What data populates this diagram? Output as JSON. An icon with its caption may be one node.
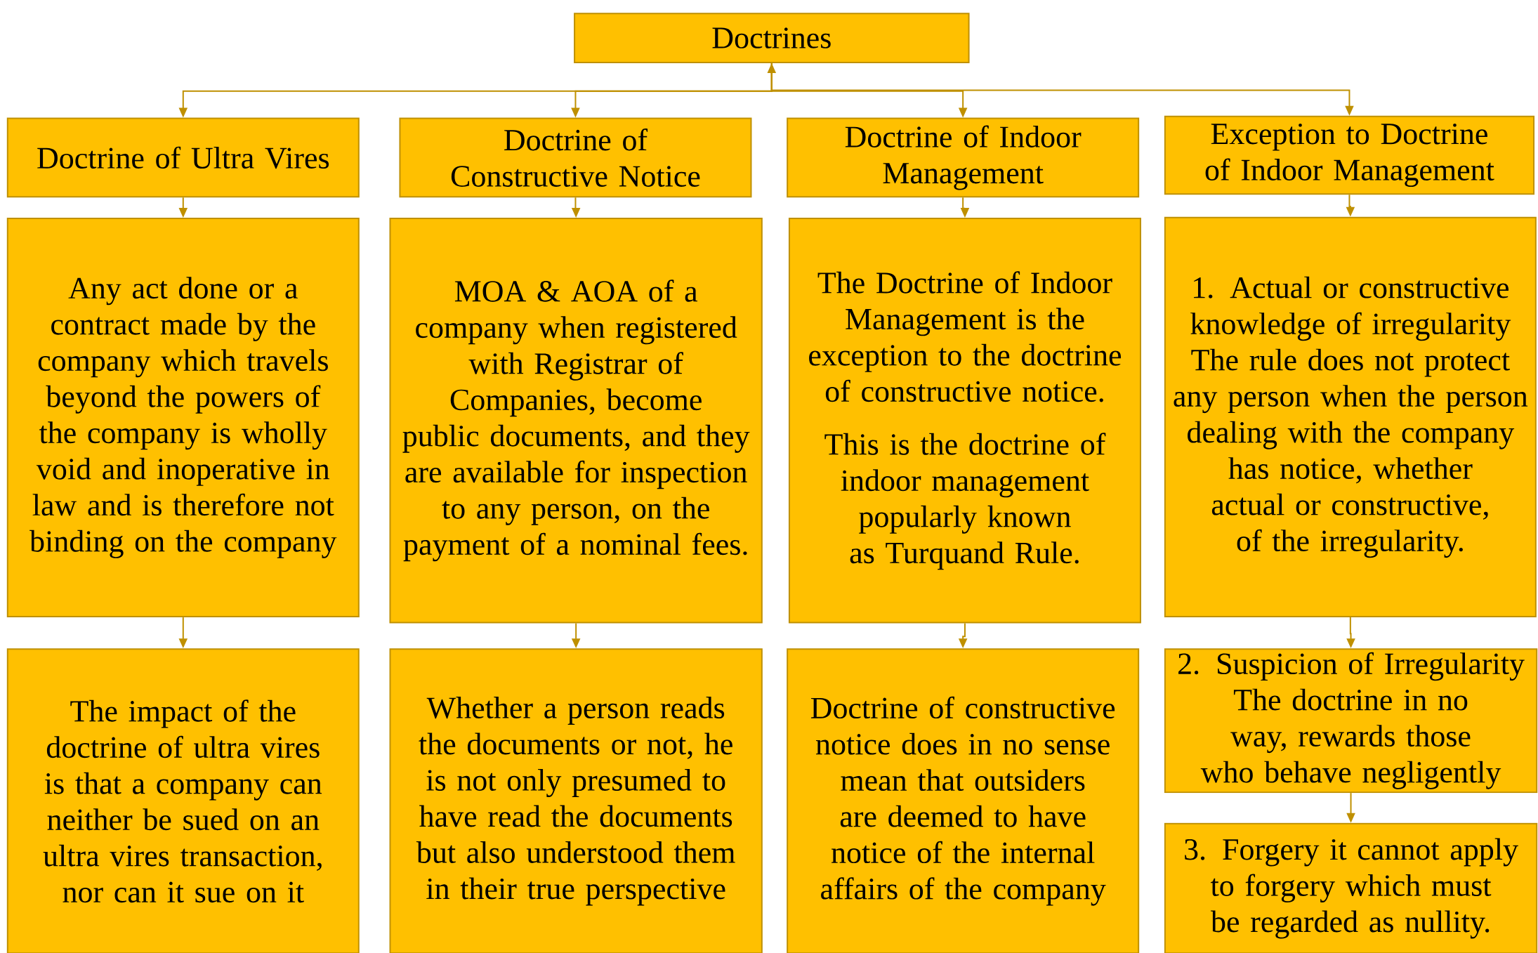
{
  "diagram": {
    "nodes": [
      {
        "text": [
          "Doctrines"
        ]
      },
      {
        "text": [
          "Doctrine of Ultra Vires"
        ]
      },
      {
        "text": [
          "Doctrine of Constructive Notice"
        ]
      },
      {
        "text": [
          "Doctrine of Indoor Management"
        ]
      },
      {
        "text": [
          "Exception to Doctrine of Indoor Management"
        ]
      },
      {
        "text": [
          "Any act done or a contract made by the company which travels beyond the powers of the company is wholly void and inoperative in law and is therefore not binding on the company"
        ]
      },
      {
        "text": [
          "MOA & AOA of a company when registered with Registrar of Companies, become public documents, and they are available for inspection to any person, on the payment of a nominal fees."
        ]
      },
      {
        "text": [
          "The Doctrine of Indoor Management is the exception to the doctrine of constructive notice.",
          "This is the doctrine of indoor management popularly known as Turquand Rule."
        ]
      },
      {
        "text": [
          "1. Actual or constructive knowledge of irregularity",
          "The rule does not protect any person when the person dealing with the company has notice, whether actual or constructive, of the irregularity."
        ]
      },
      {
        "text": [
          "The impact of the doctrine of ultra vires is that a company can neither be sued on an ultra vires transaction, nor can it sue on it"
        ]
      },
      {
        "text": [
          "Whether a person reads the documents or not, he is not only presumed to have read the documents but also understood them in their true perspective"
        ]
      },
      {
        "text": [
          "Doctrine of constructive notice does in no sense mean that outsiders are deemed to have notice of the internal affairs of the company"
        ]
      },
      {
        "text": [
          "2. Suspicion of Irregularity",
          "The doctrine in no way, rewards those who behave negligently"
        ]
      },
      {
        "text": [
          "3. Forgery it cannot apply to forgery which must be regarded as nullity."
        ]
      }
    ],
    "edges": [
      {
        "from": 0,
        "to": 1,
        "arrow": "both"
      },
      {
        "from": 0,
        "to": 2,
        "arrow": "to"
      },
      {
        "from": 0,
        "to": 3,
        "arrow": "to"
      },
      {
        "from": 0,
        "to": 4,
        "arrow": "to"
      },
      {
        "from": 1,
        "to": 5,
        "arrow": "to"
      },
      {
        "from": 2,
        "to": 6,
        "arrow": "to"
      },
      {
        "from": 3,
        "to": 7,
        "arrow": "to"
      },
      {
        "from": 4,
        "to": 8,
        "arrow": "to"
      },
      {
        "from": 5,
        "to": 9,
        "arrow": "to"
      },
      {
        "from": 6,
        "to": 10,
        "arrow": "to"
      },
      {
        "from": 7,
        "to": 11,
        "arrow": "to"
      },
      {
        "from": 8,
        "to": 12,
        "arrow": "to"
      },
      {
        "from": 12,
        "to": 13,
        "arrow": "to"
      }
    ]
  }
}
